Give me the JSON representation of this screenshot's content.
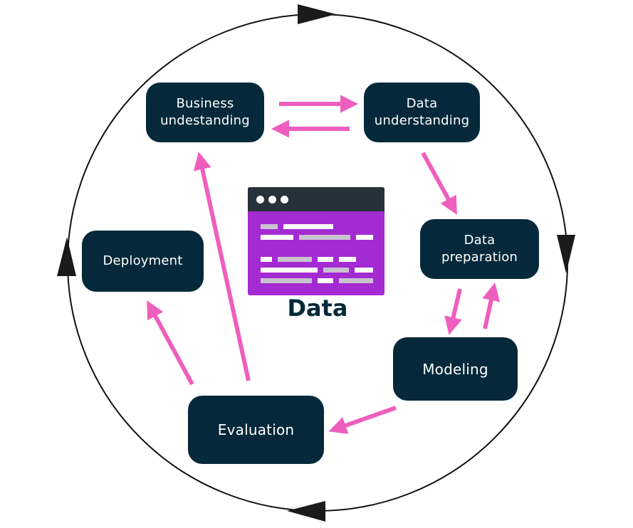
{
  "diagram": {
    "center_label": "Data",
    "steps": [
      {
        "key": "business",
        "label": "Business\nundestanding"
      },
      {
        "key": "data_understanding",
        "label": "Data\nunderstanding"
      },
      {
        "key": "data_preparation",
        "label": "Data\npreparation"
      },
      {
        "key": "modeling",
        "label": "Modeling"
      },
      {
        "key": "evaluation",
        "label": "Evaluation"
      },
      {
        "key": "deployment",
        "label": "Deployment"
      }
    ],
    "colors": {
      "box": "#05293b",
      "arrow": "#ee5fbd",
      "card": "#a42ad1",
      "card_titlebar": "#27313a",
      "circle": "#111111"
    }
  }
}
